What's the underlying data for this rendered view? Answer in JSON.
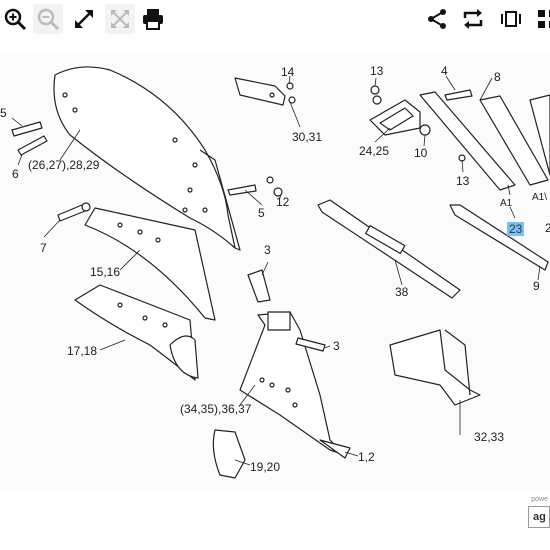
{
  "toolbar": {
    "left": [
      "zoom-in",
      "zoom-out",
      "expand",
      "fit-screen",
      "print"
    ],
    "right": [
      "share",
      "repeat",
      "view-columns",
      "grid"
    ]
  },
  "callouts": {
    "c5a": "5",
    "c6": "6",
    "c262728": "(26,27),28,29",
    "c14": "14",
    "c3031": "30,31",
    "c13a": "13",
    "c2425": "24,25",
    "c4": "4",
    "c8": "8",
    "c10": "10",
    "c13b": "13",
    "cA1": "A1",
    "cA1b": "A1\\",
    "c23": "23",
    "c2": "2",
    "c5b": "5",
    "c12": "12",
    "c7": "7",
    "c1516": "15,16",
    "c3a": "3",
    "c38": "38",
    "c9": "9",
    "c1718": "17,18",
    "c3b": "3",
    "c34": "(34,35),36,37",
    "c3233": "32,33",
    "c1920": "19,20",
    "c12b": "1,2"
  },
  "footer": {
    "powered": "powe",
    "brand": "ag"
  }
}
